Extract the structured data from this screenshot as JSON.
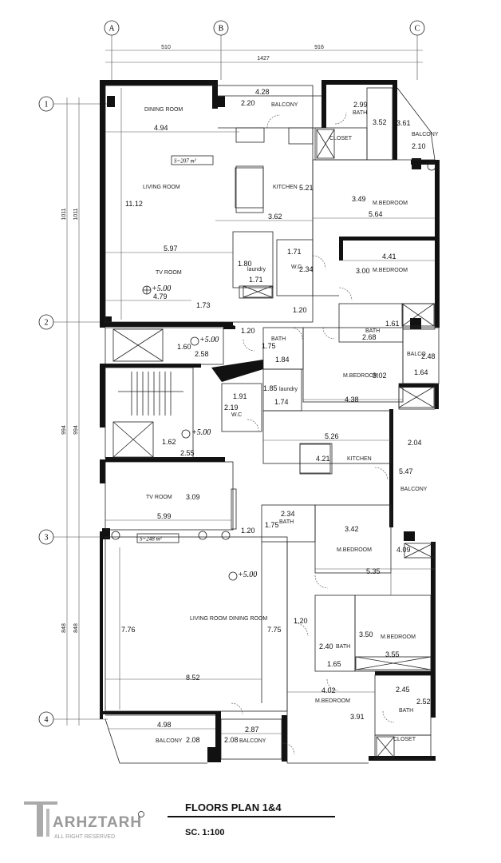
{
  "title": "FLOORS PLAN 1&4",
  "scale": "SC. 1:100",
  "logo": {
    "text": "ARHZTARH",
    "sub": "ALL RIGHT RESERVED"
  },
  "grid_columns": [
    "A",
    "B",
    "C"
  ],
  "grid_rows": [
    "1",
    "2",
    "3",
    "4"
  ],
  "top_dims": {
    "ab": "510",
    "bc": "916",
    "total": "1427"
  },
  "left_dims": {
    "r12a": "1011",
    "r12b": "1011",
    "r23a": "994",
    "r23b": "994",
    "r34a": "848",
    "r34b": "848"
  },
  "areas": {
    "upper": "S=207  m²",
    "lower": "S=248  m²"
  },
  "levels": {
    "upper": "+5.00",
    "stair_top": "+5.00",
    "stair_bottom": "+5.00",
    "lower": "+5.00"
  },
  "rooms": {
    "dining_upper": "DINING ROOM",
    "balcony_top": "BALCONY",
    "bath_top": "BATH",
    "closet_top": "CLOSET",
    "balcony_tr": "BALCONY",
    "living_upper": "LIVING ROOM",
    "kitchen_upper": "KITCHEN",
    "mbed1": "M.BEDROOM",
    "mbed2": "M.BEDROOM",
    "laundry_upper": "laundry",
    "wc_upper": "W.C",
    "tv_upper": "TV ROOM",
    "bath_mid": "BATH",
    "bath_mid2": "BATH",
    "balcony_mid": "BALCO",
    "mbed3": "M.BEDROOM",
    "laundry_lower": "laundry",
    "wc_lower": "W.C",
    "kitchen_lower": "KITCHEN",
    "balcony_right": "BALCONY",
    "tv_lower": "TV ROOM",
    "bath_lower": "BATH",
    "mbed4": "M.BEDROOM",
    "living_lower": "LIVING ROOM",
    "dining_lower": "DINING ROOM",
    "bath_lower2": "BATH",
    "mbed5": "M.BEDROOM",
    "mbed6": "M.BEDROOM",
    "bath_lower3": "BATH",
    "closet_lower": "CLOSET",
    "balcony_bl": "BALCONY",
    "balcony_bm": "BALCONY"
  },
  "dims": {
    "d428": "4.28",
    "d220": "2.20",
    "d299": "2.99",
    "d352": "3.52",
    "d361": "3.61",
    "d210": "2.10",
    "d494": "4.94",
    "d521": "5.21",
    "d1112": "11.12",
    "d349": "3.49",
    "d564": "5.64",
    "d362": "3.62",
    "d441": "4.41",
    "d597": "5.97",
    "d171a": "1.71",
    "d180": "1.80",
    "d234": "2.34",
    "d300": "3.00",
    "d171b": "1.71",
    "d479": "4.79",
    "d173": "1.73",
    "d120a": "1.20",
    "d161": "1.61",
    "d120b": "1.20",
    "d268": "2.68",
    "d160": "1.60",
    "d258": "2.58",
    "d175a": "1.75",
    "d248": "2.48",
    "d184": "1.84",
    "d302": "3.02",
    "d164": "1.64",
    "d191": "1.91",
    "d185": "1.85",
    "d174": "1.74",
    "d438": "4.38",
    "d219": "2.19",
    "d162": "1.62",
    "d526": "5.26",
    "d204": "2.04",
    "d255": "2.55",
    "d421": "4.21",
    "d547": "5.47",
    "d309": "3.09",
    "d234b": "2.34",
    "d599": "5.99",
    "d175b": "1.75",
    "d342": "3.42",
    "d120c": "1.20",
    "d409": "4.09",
    "d535": "5.35",
    "d776": "7.76",
    "d775": "7.75",
    "d120d": "1.20",
    "d350": "3.50",
    "d240": "2.40",
    "d355": "3.55",
    "d165": "1.65",
    "d852": "8.52",
    "d402": "4.02",
    "d245": "2.45",
    "d252": "2.52",
    "d391": "3.91",
    "d498": "4.98",
    "d287": "2.87",
    "d208a": "2.08",
    "d208b": "2.08"
  }
}
